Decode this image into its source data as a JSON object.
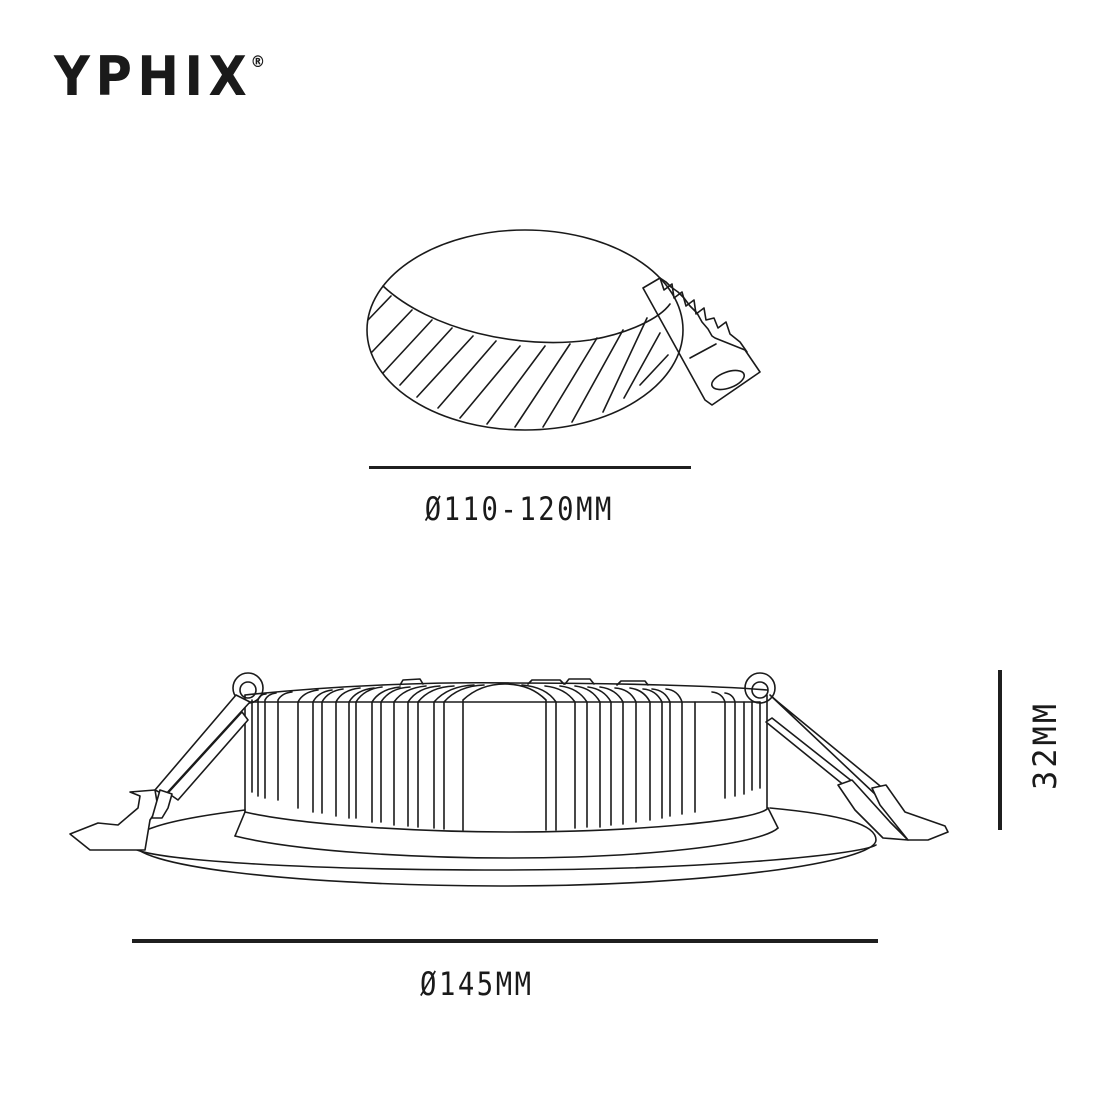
{
  "brand": {
    "name": "YPHIX",
    "registered_mark": "®"
  },
  "drawings": {
    "cutout": {
      "label": "Ø110-120MM",
      "description": "ceiling cut-out with hatched edge and spring clip"
    },
    "product_side_view": {
      "diameter_label": "Ø145MM",
      "height_label": "32MM",
      "description": "recessed downlight side view with heat sink fins and spring clips"
    }
  },
  "colors": {
    "line": "#1a1a1a",
    "background": "#ffffff"
  }
}
